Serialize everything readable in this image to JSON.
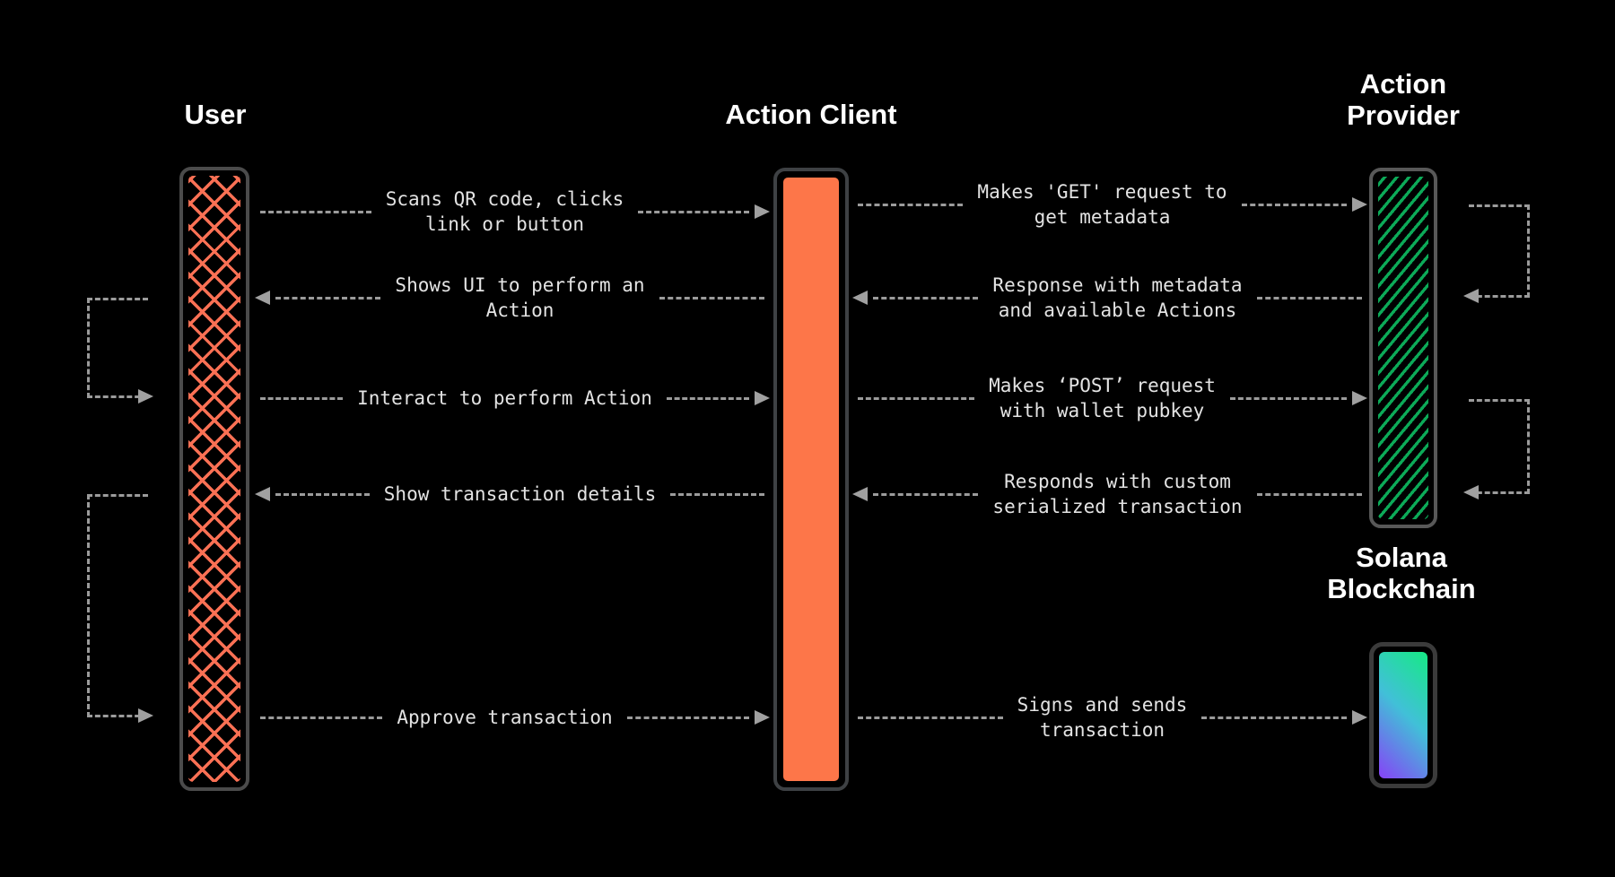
{
  "diagram": {
    "title": "Solana Actions sequence flow",
    "background": "#000000",
    "dash_color": "#9b9b9b",
    "text_color": "#e3e3e3"
  },
  "actors": {
    "user": {
      "line1": "User",
      "line2": "",
      "pattern": "orange-crosshatch",
      "color": "#fa7054"
    },
    "client": {
      "line1": "Action Client",
      "line2": "",
      "pattern": "solid-orange",
      "color": "#fd7649"
    },
    "provider": {
      "line1": "Action",
      "line2": "Provider",
      "pattern": "green-diagonal-hatch",
      "color": "#0caa58"
    },
    "solana": {
      "line1": "Solana",
      "line2": "Blockchain",
      "pattern": "green-blue-purple-gradient",
      "gradient": [
        "#16ea85",
        "#41c0d8",
        "#8742f6"
      ]
    }
  },
  "messages": {
    "left": [
      {
        "line1": "Scans QR code, clicks",
        "line2": "link or button",
        "from": "user",
        "to": "client",
        "direction": "right"
      },
      {
        "line1": "Shows UI to perform an",
        "line2": "Action",
        "from": "client",
        "to": "user",
        "direction": "left"
      },
      {
        "line1": "Interact to perform Action",
        "line2": "",
        "from": "user",
        "to": "client",
        "direction": "right"
      },
      {
        "line1": "Show transaction details",
        "line2": "",
        "from": "client",
        "to": "user",
        "direction": "left"
      },
      {
        "line1": "Approve transaction",
        "line2": "",
        "from": "user",
        "to": "client",
        "direction": "right"
      }
    ],
    "right": [
      {
        "line1": "Makes 'GET' request to",
        "line2": "get metadata",
        "from": "client",
        "to": "provider",
        "direction": "right"
      },
      {
        "line1": "Response with metadata",
        "line2": "and available Actions",
        "from": "provider",
        "to": "client",
        "direction": "left"
      },
      {
        "line1": "Makes ‘POST’ request",
        "line2": "with wallet pubkey",
        "from": "client",
        "to": "provider",
        "direction": "right"
      },
      {
        "line1": "Responds with custom",
        "line2": "serialized transaction",
        "from": "provider",
        "to": "client",
        "direction": "left"
      },
      {
        "line1": "Signs and sends",
        "line2": "transaction",
        "from": "client",
        "to": "solana",
        "direction": "right"
      }
    ]
  },
  "self_loops": [
    {
      "side": "user-left",
      "from_row": 2,
      "to_row": 3
    },
    {
      "side": "user-left",
      "from_row": 4,
      "to_row": 5
    },
    {
      "side": "provider-right",
      "from_row": 1,
      "to_row": 2
    },
    {
      "side": "provider-right",
      "from_row": 3,
      "to_row": 4
    }
  ]
}
